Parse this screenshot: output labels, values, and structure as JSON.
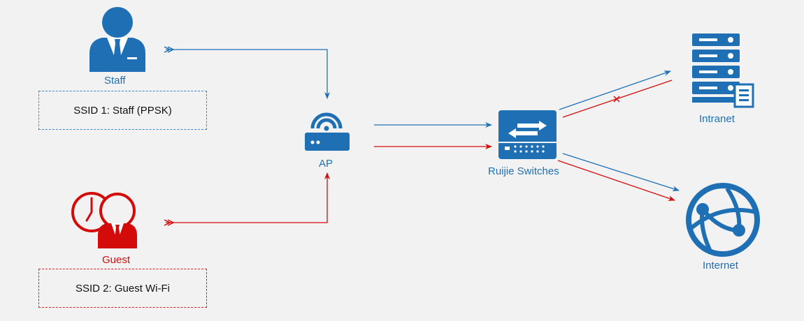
{
  "nodes": {
    "staff": "Staff",
    "guest": "Guest",
    "ap": "AP",
    "switch": "Ruijie Switches",
    "intranet": "Intranet",
    "internet": "Internet"
  },
  "ssids": {
    "staff": "SSID 1: Staff (PPSK)",
    "guest": "SSID 2: Guest Wi-Fi"
  },
  "colors": {
    "staff": "#1f6fb5",
    "guest": "#d40b0b",
    "background": "#f2f2f2"
  },
  "icons": {
    "staff": "staff-user-icon",
    "guest": "guest-user-clock-icon",
    "ap": "access-point-icon",
    "switch": "switch-icon",
    "intranet": "server-icon",
    "internet": "globe-icon",
    "blocked": "blocked-cross-icon"
  }
}
